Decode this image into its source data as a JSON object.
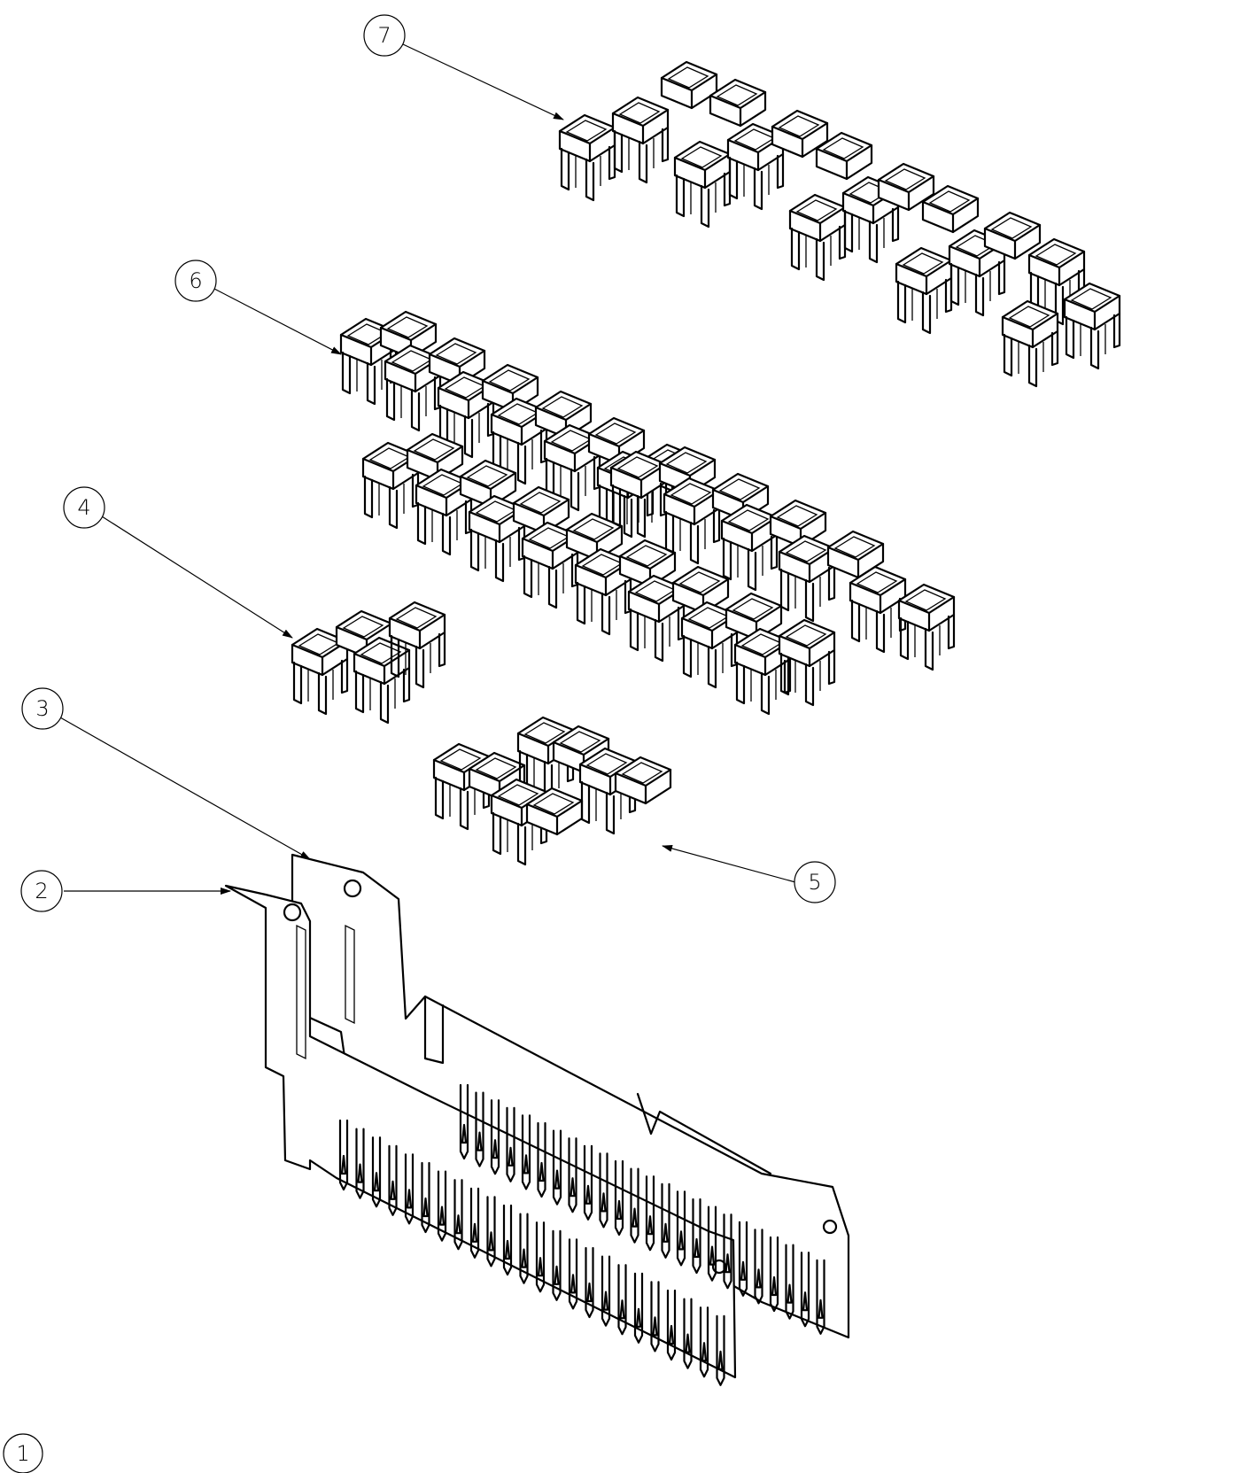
{
  "balloons": [
    {
      "key": "item-1",
      "label": "1"
    },
    {
      "key": "item-2",
      "label": "2"
    },
    {
      "key": "item-3",
      "label": "3"
    },
    {
      "key": "item-4",
      "label": "4"
    },
    {
      "key": "item-5",
      "label": "5"
    },
    {
      "key": "item-6",
      "label": "6"
    },
    {
      "key": "item-7",
      "label": "7"
    }
  ],
  "colors": {
    "line": "#000000",
    "background": "#ffffff"
  }
}
